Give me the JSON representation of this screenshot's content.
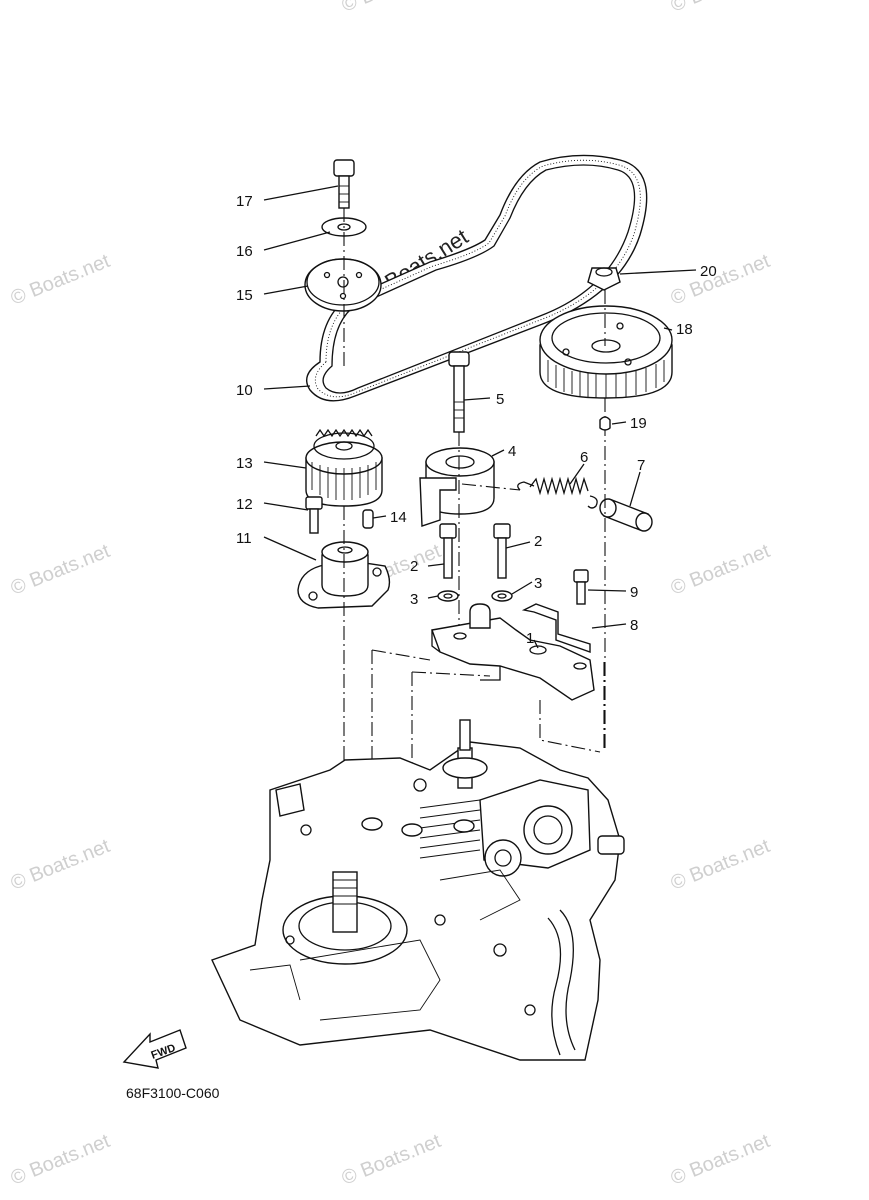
{
  "diagram": {
    "part_code": "68F3100-C060",
    "fwd_label": "FWD",
    "watermark": "© Boats.net",
    "callouts": [
      "1",
      "2",
      "2",
      "3",
      "3",
      "4",
      "5",
      "6",
      "7",
      "8",
      "9",
      "10",
      "11",
      "12",
      "13",
      "14",
      "15",
      "16",
      "17",
      "18",
      "19",
      "20"
    ]
  }
}
